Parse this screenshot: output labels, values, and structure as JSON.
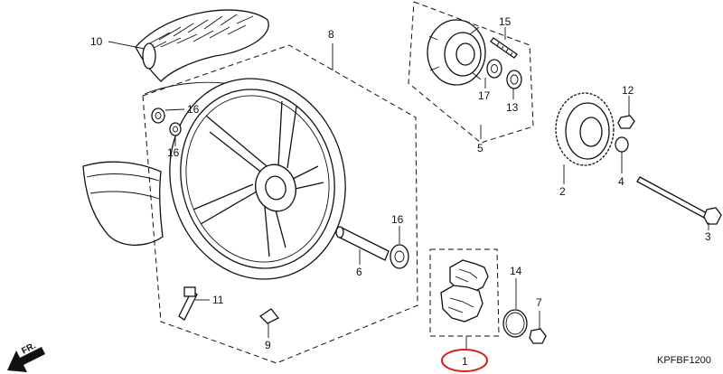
{
  "diagram": {
    "drawing_code": "KPFBF1200",
    "front_arrow_label": "FR.",
    "highlight_color": "#d62020",
    "callouts": {
      "p1": "1",
      "p2": "2",
      "p3": "3",
      "p4": "4",
      "p5": "5",
      "p6": "6",
      "p7": "7",
      "p8": "8",
      "p9": "9",
      "p10": "10",
      "p11": "11",
      "p12": "12",
      "p13": "13",
      "p14": "14",
      "p15": "15",
      "p16a": "16",
      "p16b": "16",
      "p16c": "16",
      "p17": "17"
    }
  }
}
